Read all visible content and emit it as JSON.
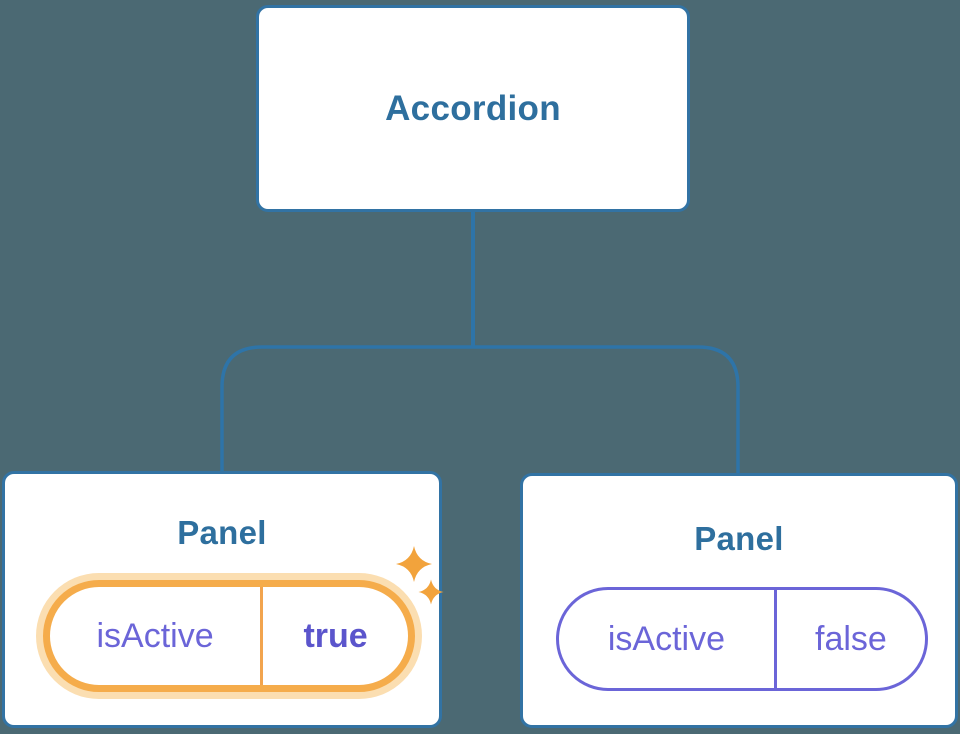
{
  "diagram": {
    "type": "react-component-tree",
    "root": {
      "label": "Accordion"
    },
    "children": [
      {
        "label": "Panel",
        "state_name": "isActive",
        "state_value": "true",
        "highlighted": true,
        "icon": "sparkle-icon"
      },
      {
        "label": "Panel",
        "state_name": "isActive",
        "state_value": "false",
        "highlighted": false
      }
    ]
  },
  "colors": {
    "background": "#4B6973",
    "connector_line": "#2E74A8",
    "card_border": "#3273A4",
    "title_text": "#2E6F9E",
    "state_text": "#6B65D8",
    "state_value_active_text": "#5B55CC",
    "highlight_border": "#F5AC4B",
    "highlight_glow": "#FBDEB1",
    "sparkle": "#F2A33C"
  }
}
